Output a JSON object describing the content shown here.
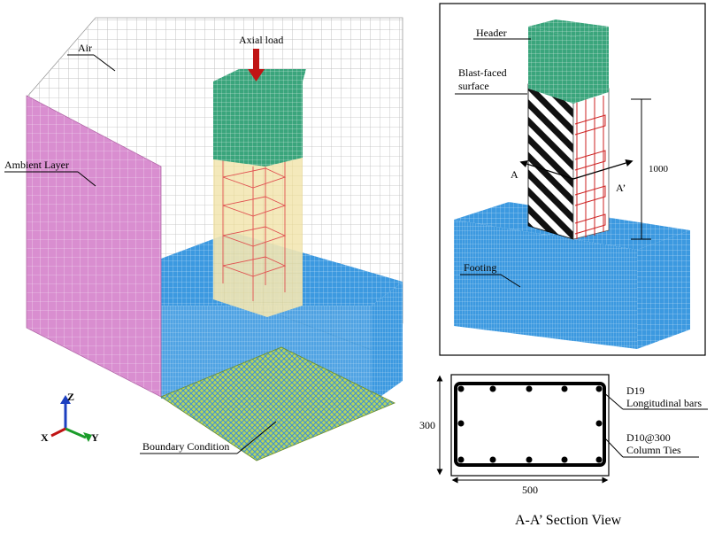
{
  "left_model": {
    "labels": {
      "air": "Air",
      "axial_load": "Axial load",
      "ambient_layer": "Ambient Layer",
      "boundary_condition": "Boundary Condition"
    },
    "axes": {
      "z": "Z",
      "x": "X",
      "y": "Y"
    }
  },
  "detail_view": {
    "labels": {
      "header": "Header",
      "blast_faced_surface_line1": "Blast-faced",
      "blast_faced_surface_line2": "surface",
      "section_a": "A",
      "section_a_prime": "A’",
      "height_dimension": "1000",
      "footing": "Footing"
    }
  },
  "section": {
    "height_dimension": "300",
    "width_dimension": "500",
    "bars_line1": "D19",
    "bars_line2": "Longitudinal bars",
    "ties_line1": "D10@300",
    "ties_line2": "Column Ties",
    "title": "A-A’ Section View"
  },
  "colors": {
    "air_mesh": "#b4b4b4",
    "ambient_layer": "#d98ed0",
    "header": "#3aa57c",
    "footing": "#3c99e0",
    "column_translucent": "#f3e7b3",
    "rebar": "#cc2020",
    "boundary_mesh": "#b8d65a",
    "load_arrow": "#c01414",
    "axis_z": "#1c3fc0",
    "axis_x": "#c01414",
    "axis_y": "#1b9c2a"
  }
}
